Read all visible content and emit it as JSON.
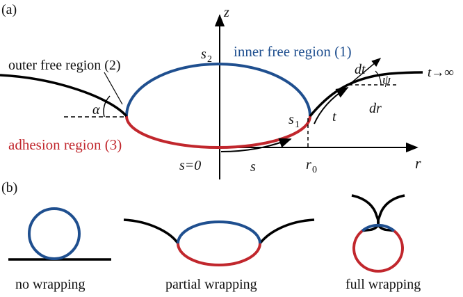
{
  "panel_a": {
    "label": "(a)",
    "axes": {
      "z": "z",
      "r": "r"
    },
    "labels": {
      "inner_region": "inner free region (1)",
      "outer_region": "outer free region (2)",
      "adhesion_region": "adhesion region (3)",
      "s2": "s",
      "s2_sub": "2",
      "s1": "s",
      "s1_sub": "1",
      "s_zero": "s=0",
      "s": "s",
      "r0": "r",
      "r0_sub": "0",
      "t": "t",
      "t_inf": "t→∞",
      "dt": "dt",
      "dr": "dr",
      "psi": "ψ",
      "alpha": "α"
    },
    "colors": {
      "inner": "#1f4f8f",
      "adhesion": "#c1272d",
      "membrane": "#000000"
    }
  },
  "panel_b": {
    "label": "(b)",
    "captions": {
      "no_wrapping": "no wrapping",
      "partial_wrapping": "partial wrapping",
      "full_wrapping": "full wrapping"
    }
  }
}
